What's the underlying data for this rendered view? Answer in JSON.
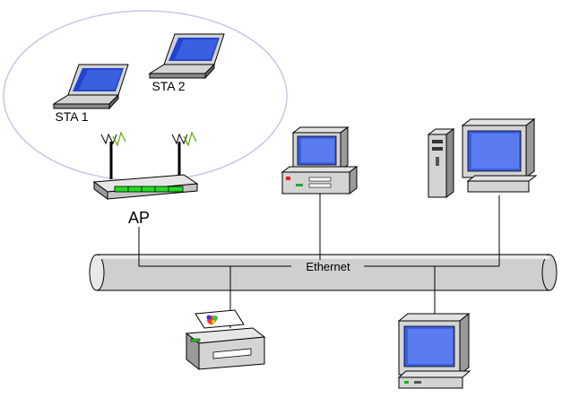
{
  "labels": {
    "sta1": "STA 1",
    "sta2": "STA 2",
    "ap": "AP",
    "ethernet": "Ethernet"
  },
  "colors": {
    "bss_ellipse": "#c9c6e6",
    "cable_fill": "#cfcfcf",
    "screen": "#3a5fe0",
    "device_body": "#d4d4d4",
    "led_green": "#22dd22"
  },
  "icons": [
    "laptop-icon",
    "wireless-router-icon",
    "desktop-computer-icon",
    "tower-computer-icon",
    "printer-icon",
    "monitor-icon"
  ]
}
